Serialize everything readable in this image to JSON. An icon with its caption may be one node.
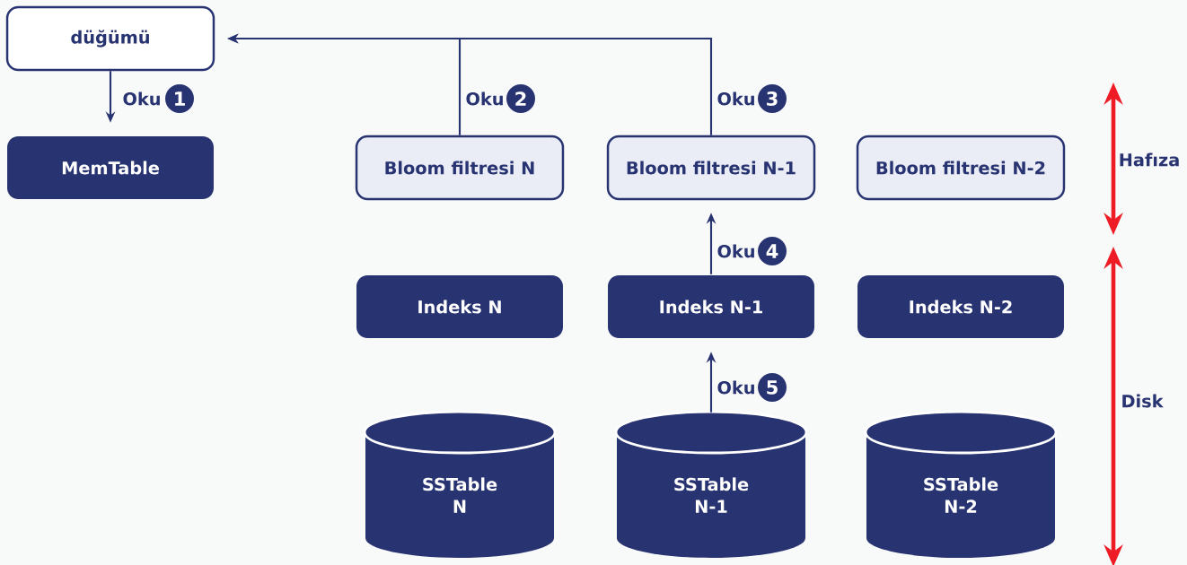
{
  "diagram": {
    "nodes": [
      {
        "text": [
          "düğümü"
        ]
      },
      {
        "text": [
          "MemTable"
        ]
      },
      {
        "text": [
          "Bloom filtresi N"
        ]
      },
      {
        "text": [
          "Bloom filtresi N-1"
        ]
      },
      {
        "text": [
          "Bloom filtresi N-2"
        ]
      },
      {
        "text": [
          "Indeks N"
        ]
      },
      {
        "text": [
          "Indeks N-1"
        ]
      },
      {
        "text": [
          "Indeks N-2"
        ]
      },
      {
        "text": [
          "SSTable N"
        ]
      },
      {
        "text": [
          "SSTable N-1"
        ]
      },
      {
        "text": [
          "SSTable N-2"
        ]
      }
    ],
    "edges": [
      {
        "from": 0,
        "to": 1,
        "arrow": "to",
        "label": "Oku"
      },
      {
        "from": 2,
        "to": 0,
        "arrow": "to",
        "label": "Oku"
      },
      {
        "from": 3,
        "to": 0,
        "arrow": "to",
        "label": "Oku"
      },
      {
        "from": 6,
        "to": 3,
        "arrow": "to",
        "label": "Oku"
      },
      {
        "from": 9,
        "to": 6,
        "arrow": "to",
        "label": "Oku"
      }
    ],
    "labels": [
      "1",
      "2",
      "3",
      "Hafıza",
      "4",
      "5",
      "Disk"
    ]
  }
}
